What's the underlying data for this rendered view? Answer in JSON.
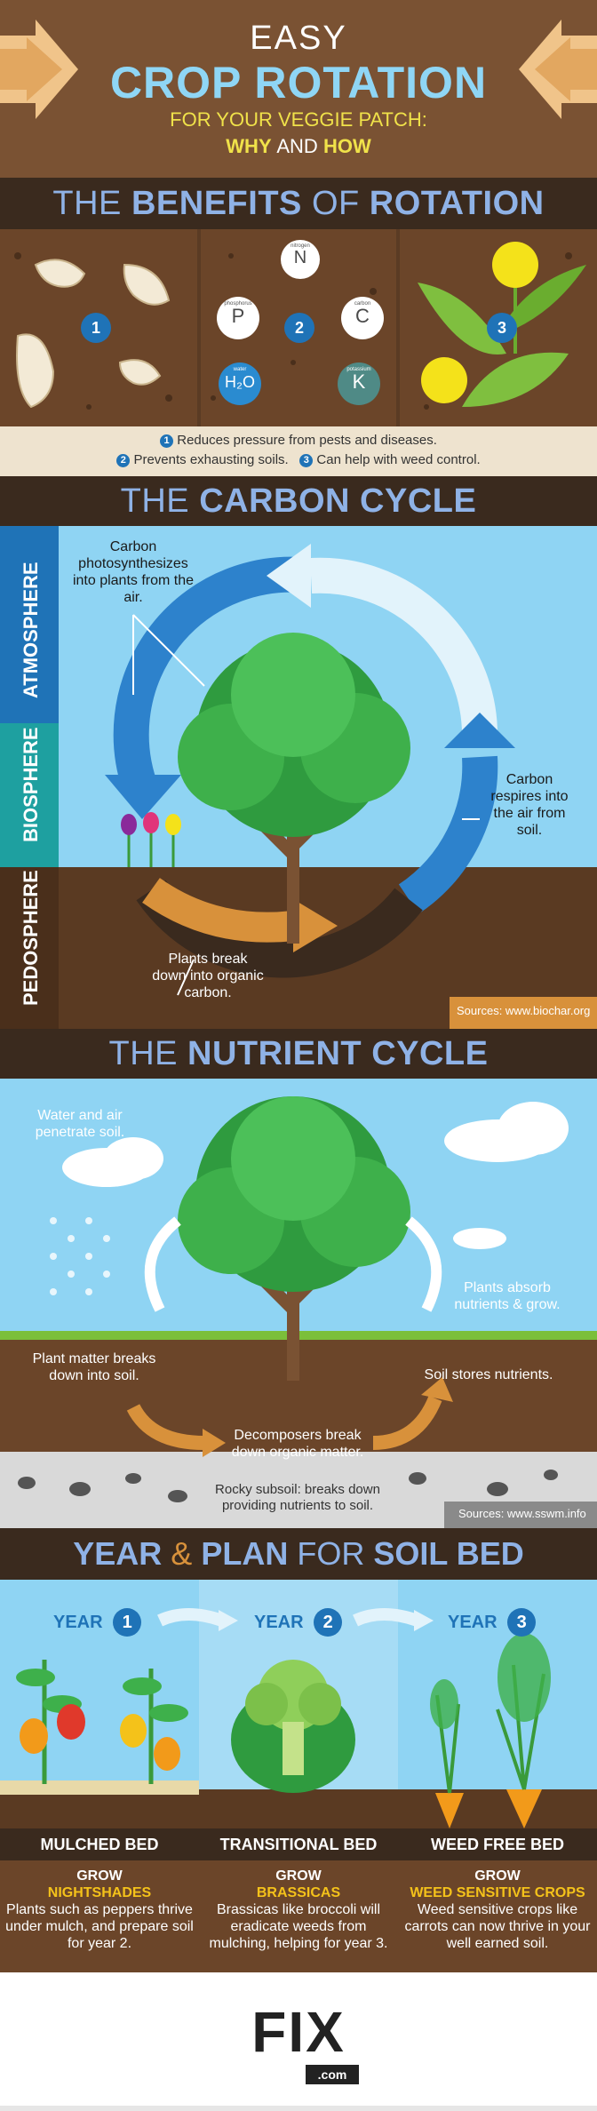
{
  "header": {
    "line1": "EASY",
    "line2": "CROP ROTATION",
    "line3": "FOR YOUR VEGGIE PATCH:",
    "line4_a": "WHY",
    "line4_b": "AND",
    "line4_c": "HOW",
    "colors": {
      "bg": "#7a5233",
      "title": "#8fd6f5",
      "accent": "#f0e24a"
    }
  },
  "benefits": {
    "title_a": "THE",
    "title_b": "BENEFITS",
    "title_c": "OF",
    "title_d": "ROTATION",
    "panels": [
      {
        "number": "1",
        "icon": "grub-icon"
      },
      {
        "number": "2",
        "icon": "nutrient-icon"
      },
      {
        "number": "3",
        "icon": "dandelion-icon"
      }
    ],
    "nutrients": [
      {
        "label": "nitrogen",
        "symbol": "N"
      },
      {
        "label": "phosphorus",
        "symbol": "P"
      },
      {
        "label": "carbon",
        "symbol": "C"
      },
      {
        "label": "water",
        "symbol": "H₂O"
      },
      {
        "label": "potassium",
        "symbol": "K"
      }
    ],
    "items": [
      {
        "number": "1",
        "text": "Reduces pressure from pests and diseases."
      },
      {
        "number": "2",
        "text": "Prevents exhausting soils."
      },
      {
        "number": "3",
        "text": "Can help with weed control."
      }
    ]
  },
  "carbon": {
    "title_a": "THE",
    "title_b": "CARBON CYCLE",
    "layers": [
      "ATMOSPHERE",
      "BIOSPHERE",
      "PEDOSPHERE"
    ],
    "labels": {
      "photosynth": "Carbon photosynthesizes into plants from the air.",
      "respires": "Carbon respires into the air from soil.",
      "breakdown": "Plants break down into organic carbon."
    },
    "source": "Sources: www.biochar.org"
  },
  "nutrient": {
    "title_a": "THE",
    "title_b": "NUTRIENT CYCLE",
    "labels": {
      "water": "Water and air penetrate soil.",
      "absorb": "Plants absorb nutrients & grow.",
      "matter": "Plant matter breaks down into soil.",
      "stores": "Soil stores nutrients.",
      "decomposers": "Decomposers break down organic matter.",
      "rocky": "Rocky subsoil: breaks down providing nutrients to soil."
    },
    "source": "Sources: www.sswm.info"
  },
  "plan": {
    "title_a": "YEAR",
    "title_b": "&",
    "title_c": "PLAN",
    "title_d": "FOR",
    "title_e": "SOIL BED",
    "years": [
      {
        "label": "YEAR",
        "number": "1",
        "bed": "MULCHED BED",
        "grow": "GROW",
        "crop": "NIGHTSHADES",
        "desc": "Plants such as peppers thrive under mulch, and prepare soil for year 2."
      },
      {
        "label": "YEAR",
        "number": "2",
        "bed": "TRANSITIONAL BED",
        "grow": "GROW",
        "crop": "BRASSICAS",
        "desc": "Brassicas like broccoli will eradicate weeds from mulching, helping for year 3."
      },
      {
        "label": "YEAR",
        "number": "3",
        "bed": "WEED FREE BED",
        "grow": "GROW",
        "crop": "WEED SENSITIVE CROPS",
        "desc": "Weed sensitive crops like carrots can now thrive in your well earned soil."
      }
    ]
  },
  "footer": {
    "logo": "FIX",
    "domain": ".com"
  }
}
